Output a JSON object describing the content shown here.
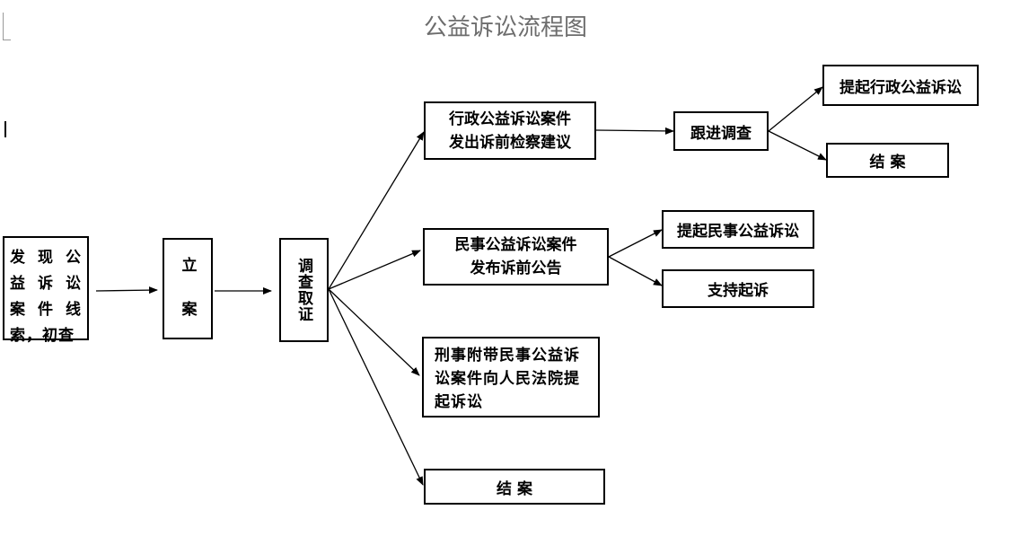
{
  "title": "公益诉讼流程图",
  "nodes": {
    "discover": "发 现 公 益 诉 讼 案 件 线 索，初查",
    "filing": "立 案",
    "investigate": "调查取证",
    "admin_case": "行政公益诉讼案件发出诉前检察建议",
    "follow_up": "跟进调查",
    "file_admin_suit": "提起行政公益诉讼",
    "close_admin": "结 案",
    "civil_case": "民事公益诉讼案件发布诉前公告",
    "file_civil_suit": "提起民事公益诉讼",
    "support_suit": "支持起诉",
    "criminal_civil": "刑事附带民事公益诉讼案件向人民法院提起诉讼",
    "close_case": "结 案"
  },
  "edges": [
    [
      "discover",
      "filing"
    ],
    [
      "filing",
      "investigate"
    ],
    [
      "investigate",
      "admin_case"
    ],
    [
      "investigate",
      "civil_case"
    ],
    [
      "investigate",
      "criminal_civil"
    ],
    [
      "investigate",
      "close_case"
    ],
    [
      "admin_case",
      "follow_up"
    ],
    [
      "follow_up",
      "file_admin_suit"
    ],
    [
      "follow_up",
      "close_admin"
    ],
    [
      "civil_case",
      "file_civil_suit"
    ],
    [
      "civil_case",
      "support_suit"
    ]
  ]
}
